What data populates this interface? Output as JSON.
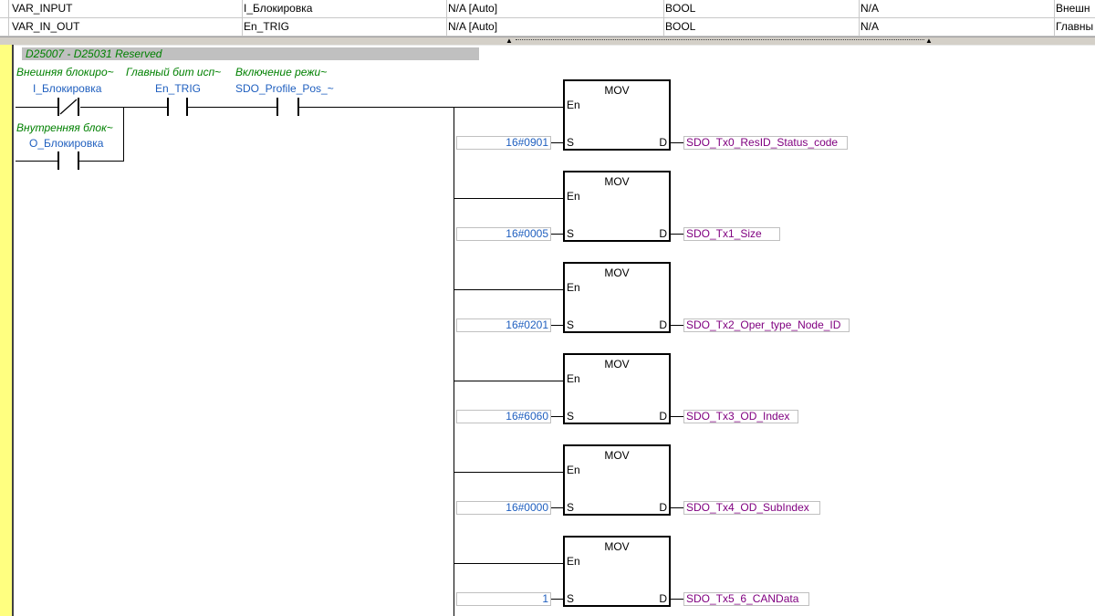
{
  "variables": [
    {
      "class": "VAR_INPUT",
      "name": "I_Блокировка",
      "address": "N/A [Auto]",
      "type": "BOOL",
      "initial": "N/A",
      "comment": "Внешн"
    },
    {
      "class": "VAR_IN_OUT",
      "name": "En_TRIG",
      "address": "N/A [Auto]",
      "type": "BOOL",
      "initial": "N/A",
      "comment": "Главны"
    }
  ],
  "splitter": {
    "left_arrow": "▲",
    "right_arrow": "▲"
  },
  "ladder": {
    "comment": "D25007 - D25031 Reserved",
    "contacts": [
      {
        "comment": "Внешняя блокиро~",
        "variable": "I_Блокировка",
        "kind": "negated"
      },
      {
        "comment": "Главный бит исп~",
        "variable": "En_TRIG",
        "kind": "normal"
      },
      {
        "comment": "Включение режи~",
        "variable": "SDO_Profile_Pos_~",
        "kind": "normal"
      },
      {
        "comment": "Внутренняя блок~",
        "variable": "O_Блокировка",
        "kind": "normal"
      }
    ],
    "blocks": [
      {
        "title": "MOV",
        "en": "En",
        "s": "S",
        "d": "D",
        "input": "16#0901",
        "output": "SDO_Tx0_ResID_Status_code"
      },
      {
        "title": "MOV",
        "en": "En",
        "s": "S",
        "d": "D",
        "input": "16#0005",
        "output": "SDO_Tx1_Size"
      },
      {
        "title": "MOV",
        "en": "En",
        "s": "S",
        "d": "D",
        "input": "16#0201",
        "output": "SDO_Tx2_Oper_type_Node_ID"
      },
      {
        "title": "MOV",
        "en": "En",
        "s": "S",
        "d": "D",
        "input": "16#6060",
        "output": "SDO_Tx3_OD_Index"
      },
      {
        "title": "MOV",
        "en": "En",
        "s": "S",
        "d": "D",
        "input": "16#0000",
        "output": "SDO_Tx4_OD_SubIndex"
      },
      {
        "title": "MOV",
        "en": "En",
        "s": "S",
        "d": "D",
        "input": "1",
        "output": "SDO_Tx5_6_CANData"
      }
    ]
  },
  "colors": {
    "rail": "#ffff80",
    "comment_text": "#008000",
    "variable_text": "#1f5fbf",
    "output_text": "#800080"
  }
}
